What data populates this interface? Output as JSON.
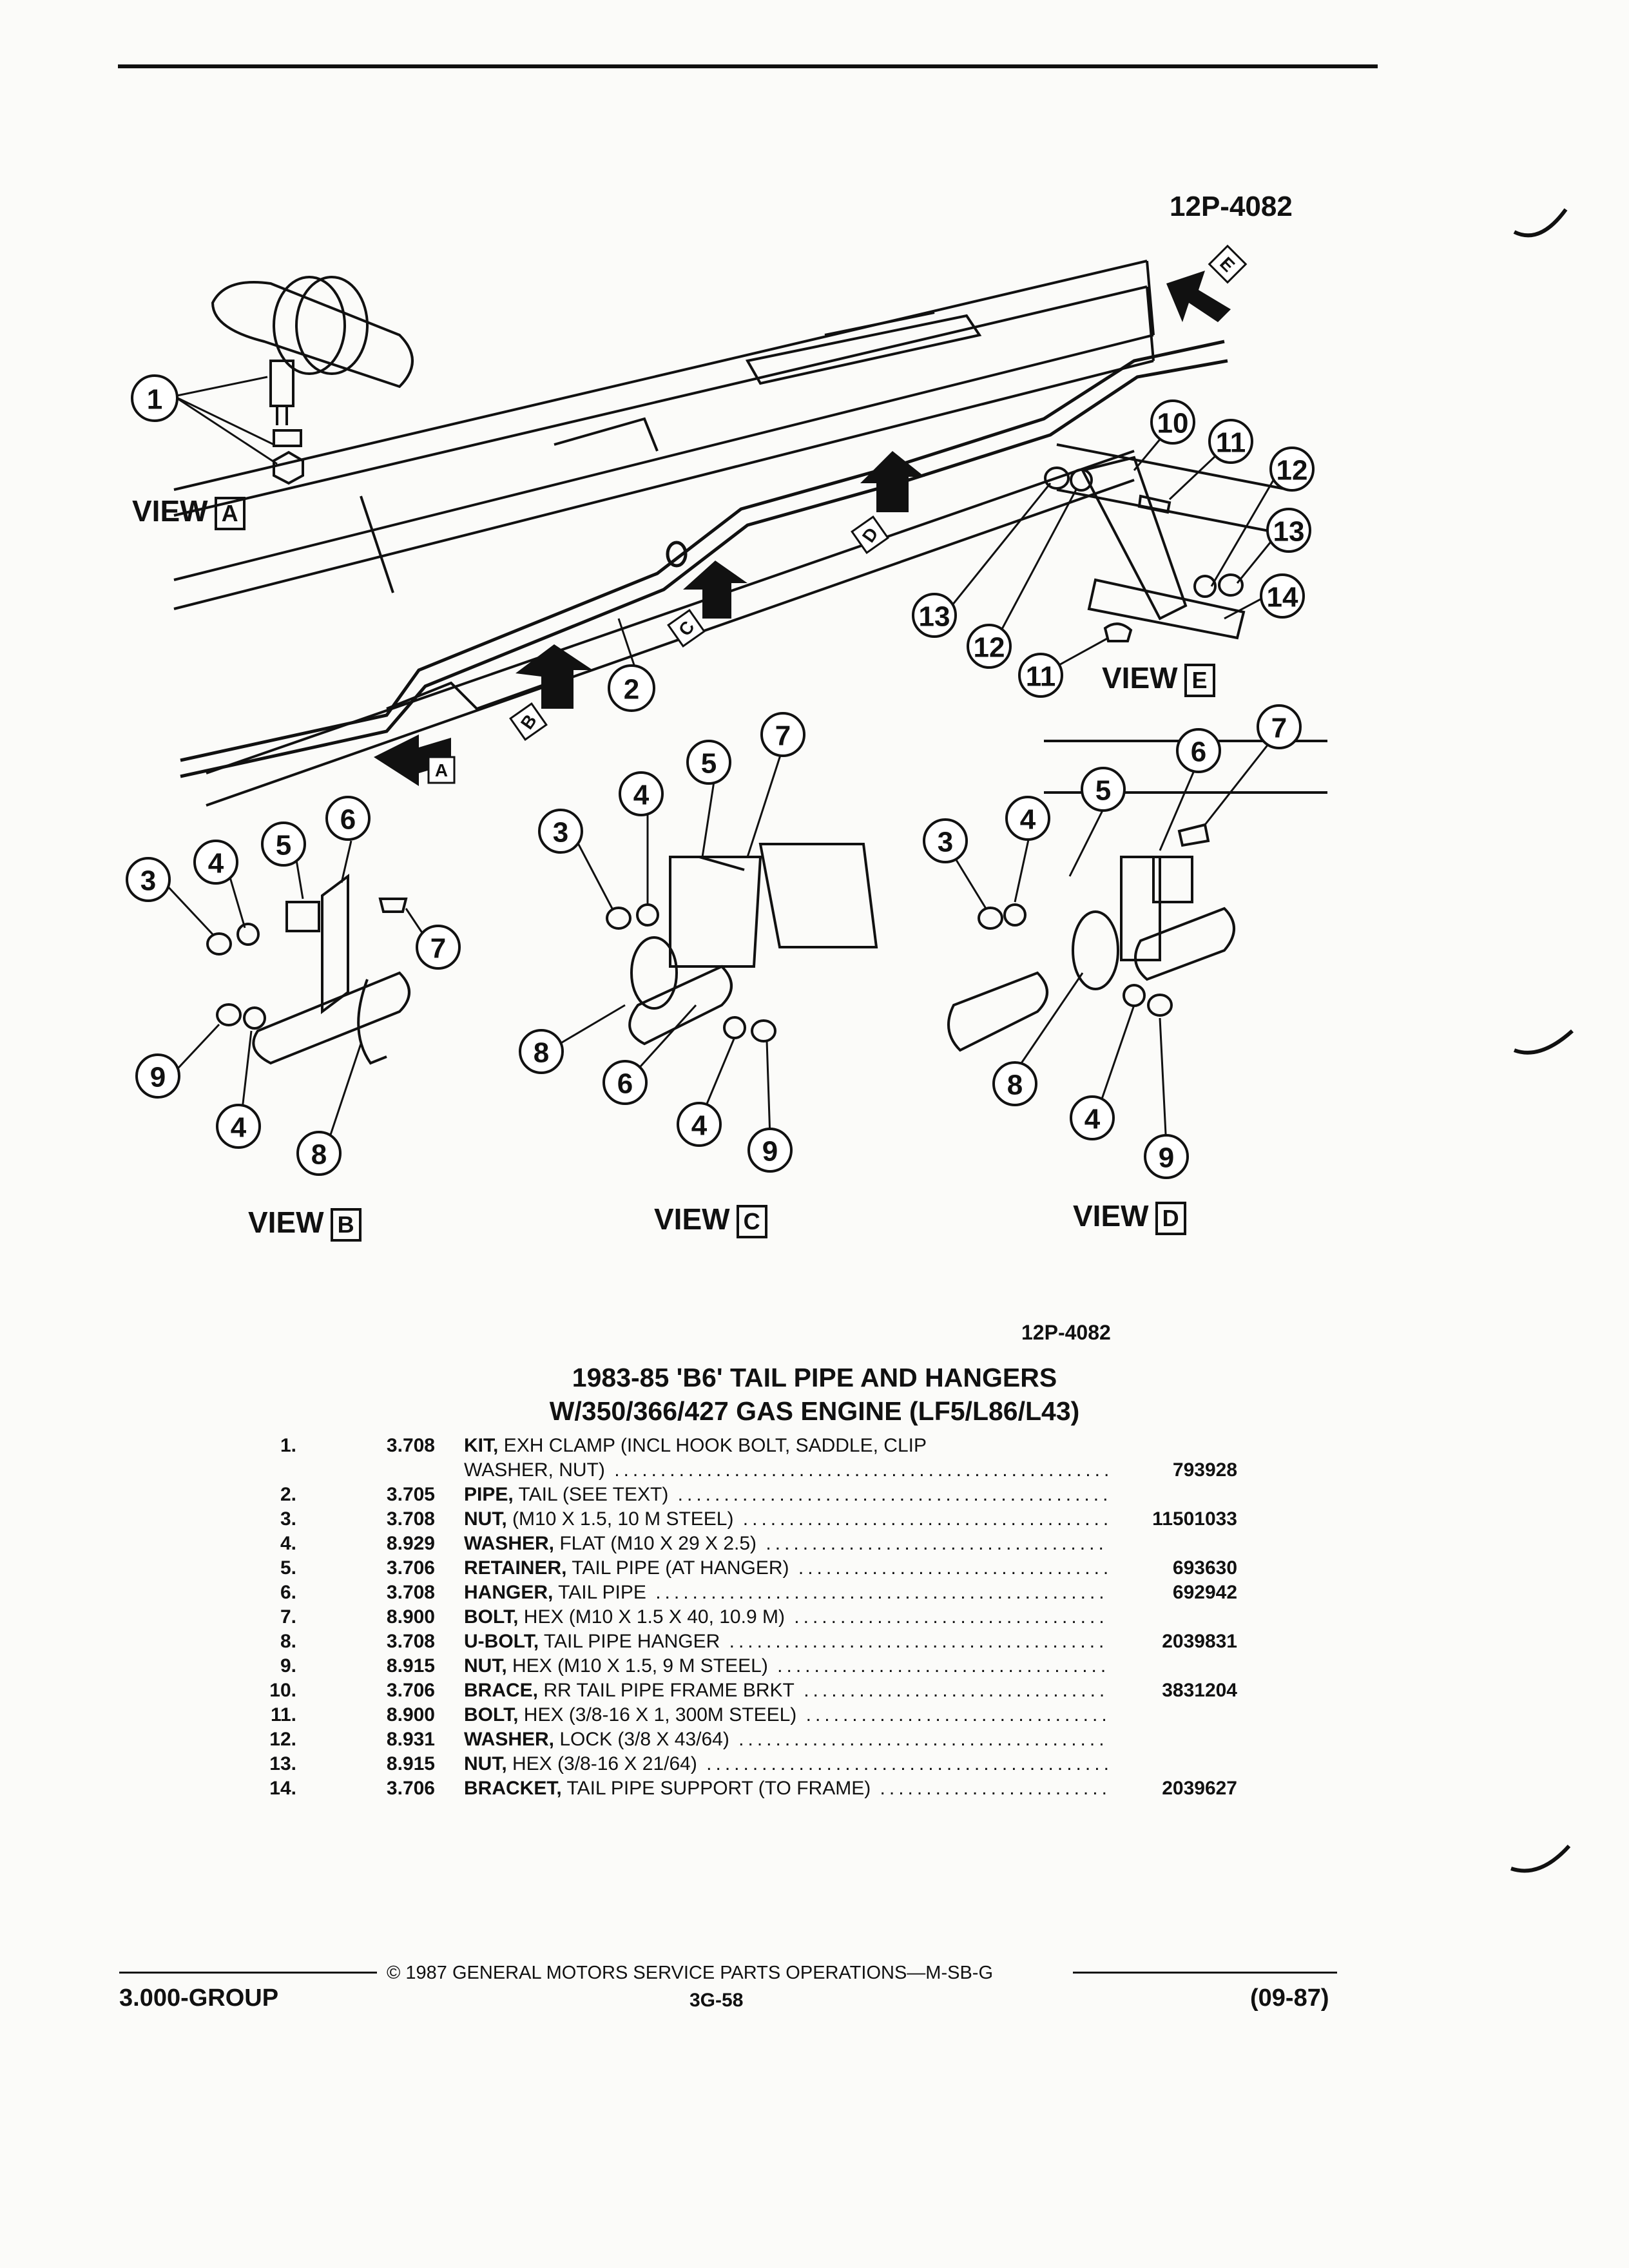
{
  "figure": {
    "number": "12P-4082",
    "number_bottom": "12P-4082",
    "view_word": "VIEW",
    "views": [
      "A",
      "B",
      "C",
      "D",
      "E"
    ],
    "callouts": [
      "1",
      "2",
      "3",
      "4",
      "5",
      "6",
      "7",
      "8",
      "9",
      "10",
      "11",
      "12",
      "13",
      "14"
    ]
  },
  "table": {
    "title_line1": "1983-85 'B6' TAIL PIPE AND HANGERS",
    "title_line2": "W/350/366/427 GAS ENGINE (LF5/L86/L43)",
    "rows": [
      {
        "num": "1.",
        "group": "3.708",
        "name": "KIT,",
        "desc": " EXH CLAMP (INCL HOOK BOLT, SADDLE, CLIP",
        "part": ""
      },
      {
        "num": "",
        "group": "",
        "name": "",
        "desc": "WASHER, NUT)",
        "part": "793928",
        "dots": true
      },
      {
        "num": "2.",
        "group": "3.705",
        "name": "PIPE,",
        "desc": " TAIL (SEE TEXT)",
        "part": "",
        "dots": true
      },
      {
        "num": "3.",
        "group": "3.708",
        "name": "NUT,",
        "desc": " (M10 X 1.5, 10 M STEEL)",
        "part": "11501033",
        "dots": true
      },
      {
        "num": "4.",
        "group": "8.929",
        "name": "WASHER,",
        "desc": " FLAT (M10 X 29 X 2.5)",
        "part": "",
        "dots": true
      },
      {
        "num": "5.",
        "group": "3.706",
        "name": "RETAINER,",
        "desc": " TAIL PIPE (AT HANGER)",
        "part": "693630",
        "dots": true
      },
      {
        "num": "6.",
        "group": "3.708",
        "name": "HANGER,",
        "desc": " TAIL PIPE",
        "part": "692942",
        "dots": true
      },
      {
        "num": "7.",
        "group": "8.900",
        "name": "BOLT,",
        "desc": " HEX (M10 X 1.5 X 40, 10.9 M)",
        "part": "",
        "dots": true
      },
      {
        "num": "8.",
        "group": "3.708",
        "name": "U-BOLT,",
        "desc": " TAIL PIPE HANGER",
        "part": "2039831",
        "dots": true
      },
      {
        "num": "9.",
        "group": "8.915",
        "name": "NUT,",
        "desc": " HEX (M10 X 1.5, 9 M STEEL)",
        "part": "",
        "dots": true
      },
      {
        "num": "10.",
        "group": "3.706",
        "name": "BRACE,",
        "desc": " RR TAIL PIPE FRAME BRKT",
        "part": "3831204",
        "dots": true
      },
      {
        "num": "11.",
        "group": "8.900",
        "name": "BOLT,",
        "desc": " HEX (3/8-16 X 1, 300M STEEL)",
        "part": "",
        "dots": true
      },
      {
        "num": "12.",
        "group": "8.931",
        "name": "WASHER,",
        "desc": " LOCK (3/8 X 43/64)",
        "part": "",
        "dots": true
      },
      {
        "num": "13.",
        "group": "8.915",
        "name": "NUT,",
        "desc": " HEX (3/8-16 X 21/64)",
        "part": "",
        "dots": true
      },
      {
        "num": "14.",
        "group": "3.706",
        "name": "BRACKET,",
        "desc": " TAIL PIPE SUPPORT (TO FRAME)",
        "part": "2039627",
        "dots": true
      }
    ]
  },
  "footer": {
    "copyright": "© 1987 GENERAL MOTORS SERVICE PARTS OPERATIONS—M-SB-G",
    "group": "3.000-GROUP",
    "page": "3G-58",
    "date": "(09-87)"
  }
}
